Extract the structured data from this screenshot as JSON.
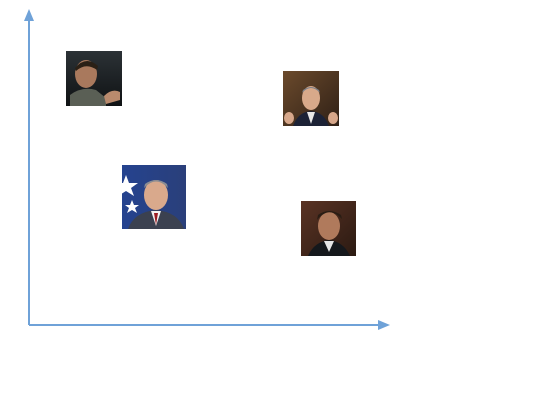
{
  "colors": {
    "background": "#ffffff",
    "axis": "#6fa2d8"
  },
  "axes": {
    "x_label": "",
    "y_label": ""
  },
  "items": [
    {
      "name": "photo-arnold-top-left",
      "description_icon": "portrait-photo-icon"
    },
    {
      "name": "photo-bush-top-right",
      "description_icon": "portrait-photo-icon"
    },
    {
      "name": "photo-bush-middle-left",
      "description_icon": "portrait-photo-icon"
    },
    {
      "name": "photo-arnold-bottom-right",
      "description_icon": "portrait-photo-icon"
    }
  ]
}
